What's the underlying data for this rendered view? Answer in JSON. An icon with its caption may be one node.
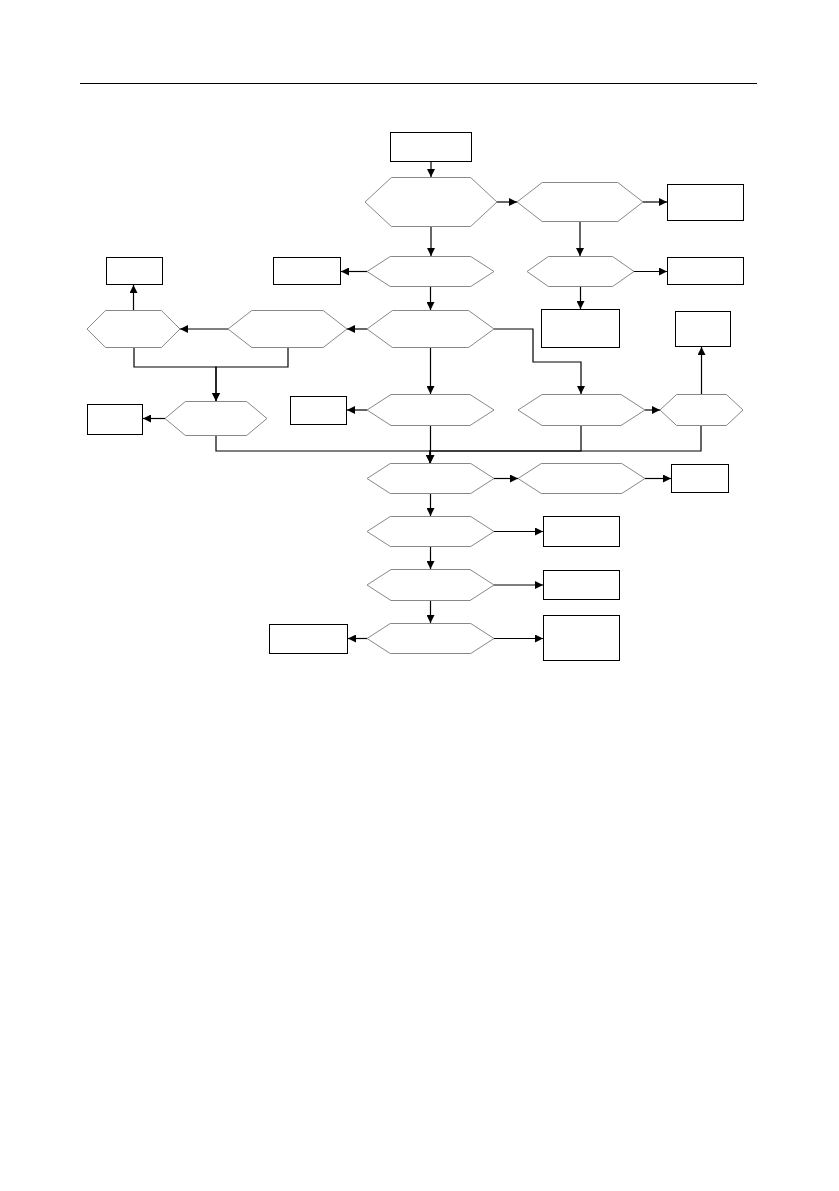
{
  "diagram": {
    "nodes": [
      {
        "text": [],
        "shape": "box"
      },
      {
        "text": [],
        "shape": "hexagon"
      },
      {
        "text": [],
        "shape": "hexagon"
      },
      {
        "text": [],
        "shape": "box"
      },
      {
        "text": [],
        "shape": "box"
      },
      {
        "text": [],
        "shape": "box"
      },
      {
        "text": [],
        "shape": "hexagon"
      },
      {
        "text": [],
        "shape": "hexagon"
      },
      {
        "text": [],
        "shape": "box"
      },
      {
        "text": [],
        "shape": "hexagon"
      },
      {
        "text": [],
        "shape": "hexagon"
      },
      {
        "text": [],
        "shape": "hexagon"
      },
      {
        "text": [],
        "shape": "box"
      },
      {
        "text": [],
        "shape": "box"
      },
      {
        "text": [],
        "shape": "box"
      },
      {
        "text": [],
        "shape": "hexagon"
      },
      {
        "text": [],
        "shape": "box"
      },
      {
        "text": [],
        "shape": "hexagon"
      },
      {
        "text": [],
        "shape": "hexagon"
      },
      {
        "text": [],
        "shape": "hexagon"
      },
      {
        "text": [],
        "shape": "hexagon"
      },
      {
        "text": [],
        "shape": "hexagon"
      },
      {
        "text": [],
        "shape": "box"
      },
      {
        "text": [],
        "shape": "hexagon"
      },
      {
        "text": [],
        "shape": "box"
      },
      {
        "text": [],
        "shape": "hexagon"
      },
      {
        "text": [],
        "shape": "box"
      },
      {
        "text": [],
        "shape": "box"
      },
      {
        "text": [],
        "shape": "hexagon"
      },
      {
        "text": [],
        "shape": "box"
      }
    ],
    "edges": [
      {
        "from": 0,
        "to": 1,
        "arrow": "to"
      },
      {
        "from": 1,
        "to": 2,
        "arrow": "to"
      },
      {
        "from": 2,
        "to": 3,
        "arrow": "to"
      },
      {
        "from": 1,
        "to": 6,
        "arrow": "to"
      },
      {
        "from": 2,
        "to": 7,
        "arrow": "to"
      },
      {
        "from": 6,
        "to": 5,
        "arrow": "to"
      },
      {
        "from": 7,
        "to": 8,
        "arrow": "to"
      },
      {
        "from": 7,
        "to": 12,
        "arrow": "to"
      },
      {
        "from": 6,
        "to": 11,
        "arrow": "to"
      },
      {
        "from": 11,
        "to": 10,
        "arrow": "to"
      },
      {
        "from": 10,
        "to": 9,
        "arrow": "to"
      },
      {
        "from": 9,
        "to": 4,
        "arrow": "to"
      },
      {
        "from": 9,
        "to": 15,
        "arrow": "to"
      },
      {
        "from": 10,
        "to": 15,
        "arrow": "to"
      },
      {
        "from": 15,
        "to": 14,
        "arrow": "to"
      },
      {
        "from": 11,
        "to": 18,
        "arrow": "to"
      },
      {
        "from": 11,
        "to": 17,
        "arrow": "to"
      },
      {
        "from": 17,
        "to": 16,
        "arrow": "to"
      },
      {
        "from": 18,
        "to": 19,
        "arrow": "to"
      },
      {
        "from": 19,
        "to": 13,
        "arrow": "to"
      },
      {
        "from": 15,
        "to": 20,
        "arrow": "to"
      },
      {
        "from": 17,
        "to": 20,
        "arrow": "to"
      },
      {
        "from": 18,
        "to": 20,
        "arrow": "to"
      },
      {
        "from": 19,
        "to": 20,
        "arrow": "to"
      },
      {
        "from": 20,
        "to": 21,
        "arrow": "to"
      },
      {
        "from": 21,
        "to": 22,
        "arrow": "to"
      },
      {
        "from": 20,
        "to": 23,
        "arrow": "to"
      },
      {
        "from": 23,
        "to": 24,
        "arrow": "to"
      },
      {
        "from": 23,
        "to": 25,
        "arrow": "to"
      },
      {
        "from": 25,
        "to": 26,
        "arrow": "to"
      },
      {
        "from": 25,
        "to": 28,
        "arrow": "to"
      },
      {
        "from": 28,
        "to": 27,
        "arrow": "to"
      },
      {
        "from": 28,
        "to": 29,
        "arrow": "to"
      }
    ]
  }
}
